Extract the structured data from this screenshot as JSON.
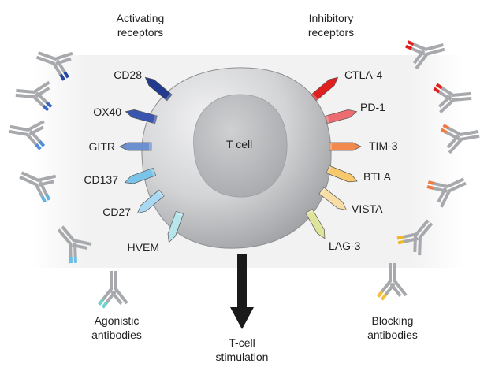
{
  "headings": {
    "activating": [
      "Activating",
      "receptors"
    ],
    "inhibitory": [
      "Inhibitory",
      "receptors"
    ],
    "agonistic": [
      "Agonistic",
      "antibodies"
    ],
    "blocking": [
      "Blocking",
      "antibodies"
    ],
    "stimulation": [
      "T-cell",
      "stimulation"
    ]
  },
  "cell_label": "T cell",
  "activating_receptors": [
    {
      "label": "CD28",
      "color": "#233a8e"
    },
    {
      "label": "OX40",
      "color": "#3a55b0"
    },
    {
      "label": "GITR",
      "color": "#6c8fd0"
    },
    {
      "label": "CD137",
      "color": "#7ac4ea"
    },
    {
      "label": "CD27",
      "color": "#a9d9f2"
    },
    {
      "label": "HVEM",
      "color": "#b6e6ec"
    }
  ],
  "inhibitory_receptors": [
    {
      "label": "CTLA-4",
      "color": "#e0201e"
    },
    {
      "label": "PD-1",
      "color": "#ec6c70"
    },
    {
      "label": "TIM-3",
      "color": "#f28a50"
    },
    {
      "label": "BTLA",
      "color": "#f7c86c"
    },
    {
      "label": "VISTA",
      "color": "#f8dea6"
    },
    {
      "label": "LAG-3",
      "color": "#dfe49c"
    }
  ],
  "colors": {
    "antibody": "#a7a9ac",
    "cell_outer": "#c9cacc",
    "nucleus": "#b6b7b9",
    "arrow": "#1a1a1a",
    "agonist_tips": [
      "#2848a6",
      "#3b66c4",
      "#4f8ed6",
      "#63b2e2",
      "#68c0e8",
      "#6fd0cc"
    ],
    "blocking_tips": [
      "#e0201e",
      "#e0201e",
      "#f07a40",
      "#f07a40",
      "#f0b820",
      "#f4c040"
    ]
  },
  "icons": [
    "receptor-icon",
    "antibody-icon",
    "down-arrow-icon"
  ]
}
